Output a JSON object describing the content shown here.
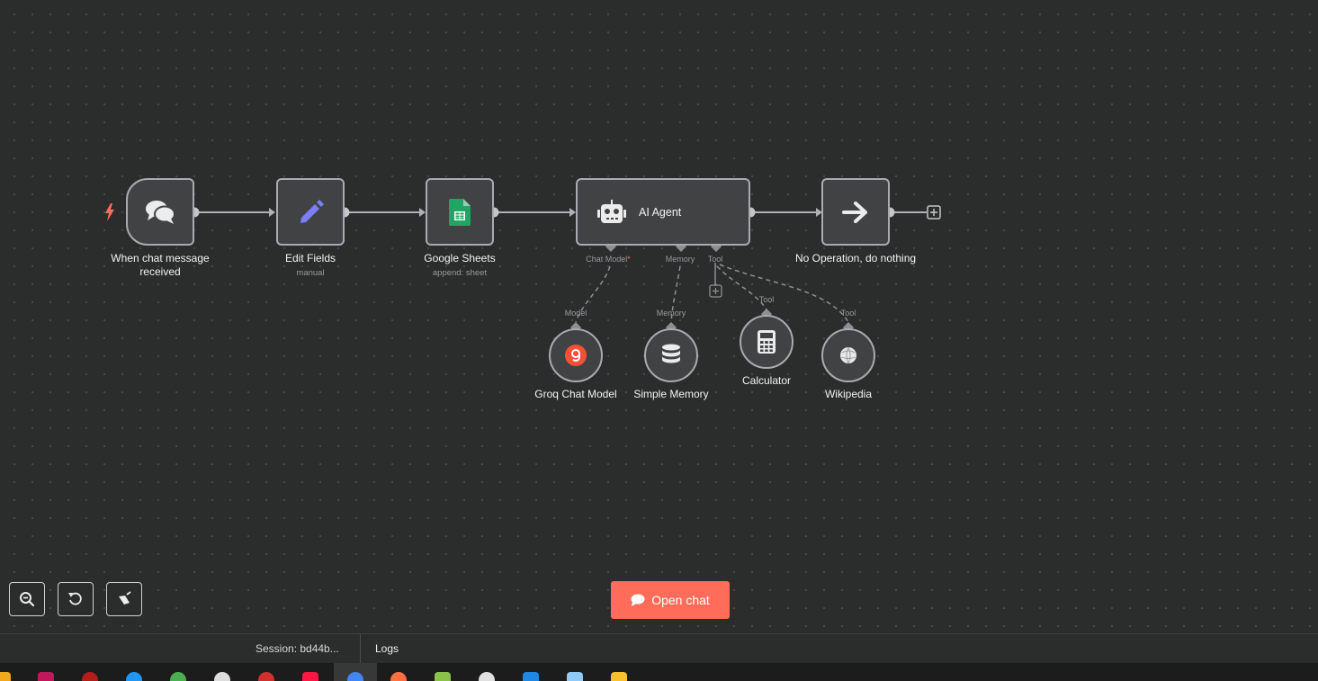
{
  "workflow": {
    "nodes": {
      "chat_trigger": {
        "label": "When chat message received"
      },
      "edit_fields": {
        "label": "Edit Fields",
        "subtitle": "manual"
      },
      "google_sheets": {
        "label": "Google Sheets",
        "subtitle": "append: sheet"
      },
      "ai_agent": {
        "title": "AI Agent",
        "ports": {
          "chat_model": "Chat Model",
          "required_mark": "*",
          "memory": "Memory",
          "tool": "Tool"
        }
      },
      "no_op": {
        "label": "No Operation, do nothing"
      },
      "groq": {
        "label": "Groq Chat Model",
        "port": "Model"
      },
      "memory": {
        "label": "Simple Memory",
        "port": "Memory"
      },
      "calculator": {
        "label": "Calculator",
        "port": "Tool"
      },
      "wikipedia": {
        "label": "Wikipedia",
        "port": "Tool"
      }
    }
  },
  "controls": {
    "zoom_out": "zoom-out-icon",
    "reset": "undo-icon",
    "tidy": "broom-icon"
  },
  "open_chat": {
    "label": "Open chat"
  },
  "statusbar": {
    "session": "Session: bd44b...",
    "logs": "Logs"
  },
  "colors": {
    "accent": "#ff6d5a",
    "canvas": "#2b2c2c",
    "node_fill": "#414244",
    "node_border": "#a9abb0",
    "edit_fields_icon": "#7b7ef5",
    "sheets_icon": "#21a464",
    "groq_icon": "#f55036"
  }
}
